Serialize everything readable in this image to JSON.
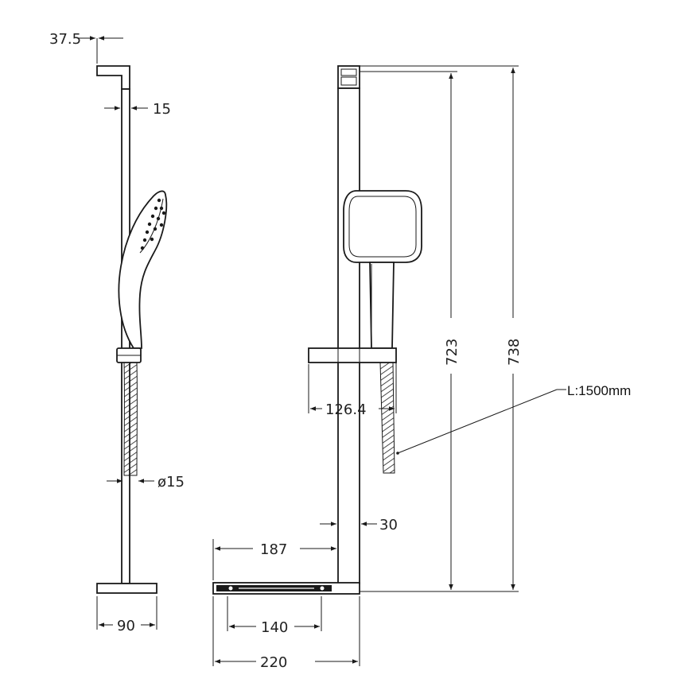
{
  "side_view": {
    "offset_top": "37.5",
    "bar_diameter": "15",
    "hose_diameter": "ø15",
    "base_width": "90"
  },
  "front_view": {
    "height_inner": "723",
    "height_total": "738",
    "holder_depth": "126.4",
    "bar_width": "30",
    "soap_dish_offset": "187",
    "soap_dish_mount": "140",
    "soap_dish_width": "220",
    "hose_length": "L:1500mm"
  }
}
